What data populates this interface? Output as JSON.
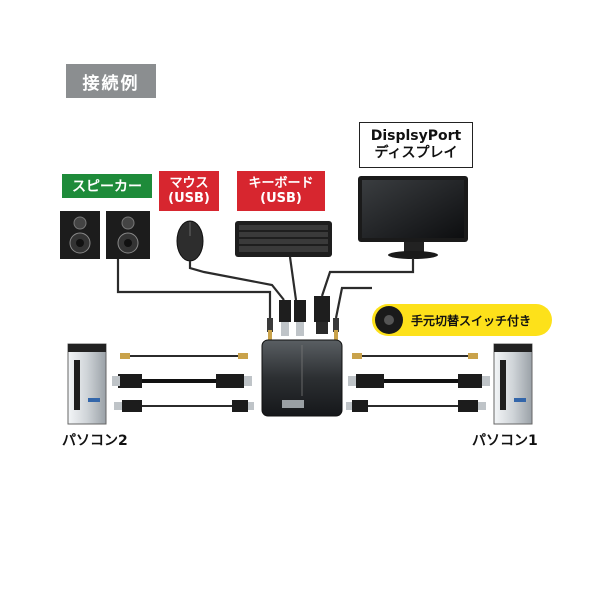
{
  "header": {
    "title": "接続例"
  },
  "labels": {
    "speaker": "スピーカー",
    "mouse_line1": "マウス",
    "mouse_line2": "(USB)",
    "keyboard_line1": "キーボード",
    "keyboard_line2": "(USB)",
    "display_line1": "DisplsyPort",
    "display_line2": "ディスプレイ",
    "switch": "手元切替スイッチ付き",
    "pc2": "パソコン2",
    "pc1": "パソコン1"
  },
  "colors": {
    "header_bg": "#8b8e90",
    "speaker_label": "#1e8b3a",
    "usb_label": "#d7262f",
    "switch_label": "#fde11a",
    "cable": "#2b2b2b"
  }
}
